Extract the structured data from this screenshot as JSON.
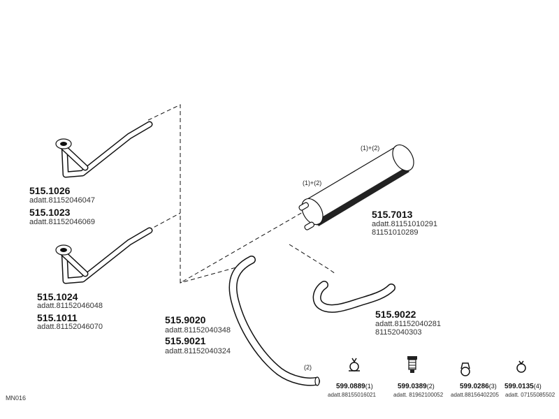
{
  "parts": {
    "p1026": {
      "number": "515.1026",
      "ref": "adatt.81152046047"
    },
    "p1023": {
      "number": "515.1023",
      "ref": "adatt.81152046069"
    },
    "p1024": {
      "number": "515.1024",
      "ref": "adatt.81152046048"
    },
    "p1011": {
      "number": "515.1011",
      "ref": "adatt.81152046070"
    },
    "p7013": {
      "number": "515.7013",
      "ref": "adatt.81151010291",
      "ref2": "81151010289"
    },
    "p9022": {
      "number": "515.9022",
      "ref": "adatt.81152040281",
      "ref2": "81152040303"
    },
    "p9020": {
      "number": "515.9020",
      "ref": "adatt.81152040348"
    },
    "p9021": {
      "number": "515.9021",
      "ref": "adatt.81152040324"
    }
  },
  "muffler_notes": {
    "top": "(1)+(2)",
    "left": "(1)+(2)"
  },
  "tailpipe_note": "(2)",
  "small_parts": [
    {
      "number": "599.0889",
      "qty": "(1)",
      "ref": "adatt.88155016021"
    },
    {
      "number": "599.0389",
      "qty": "(2)",
      "ref": "adatt. 81962100052"
    },
    {
      "number": "599.0286",
      "qty": "(3)",
      "ref": "adatt.88156402205"
    },
    {
      "number": "599.0135",
      "qty": "(4)",
      "ref": "adatt. 07155085502"
    }
  ],
  "diagram_code": "MN016",
  "colors": {
    "line": "#111111",
    "fill": "#ffffff",
    "shade": "#222222"
  }
}
